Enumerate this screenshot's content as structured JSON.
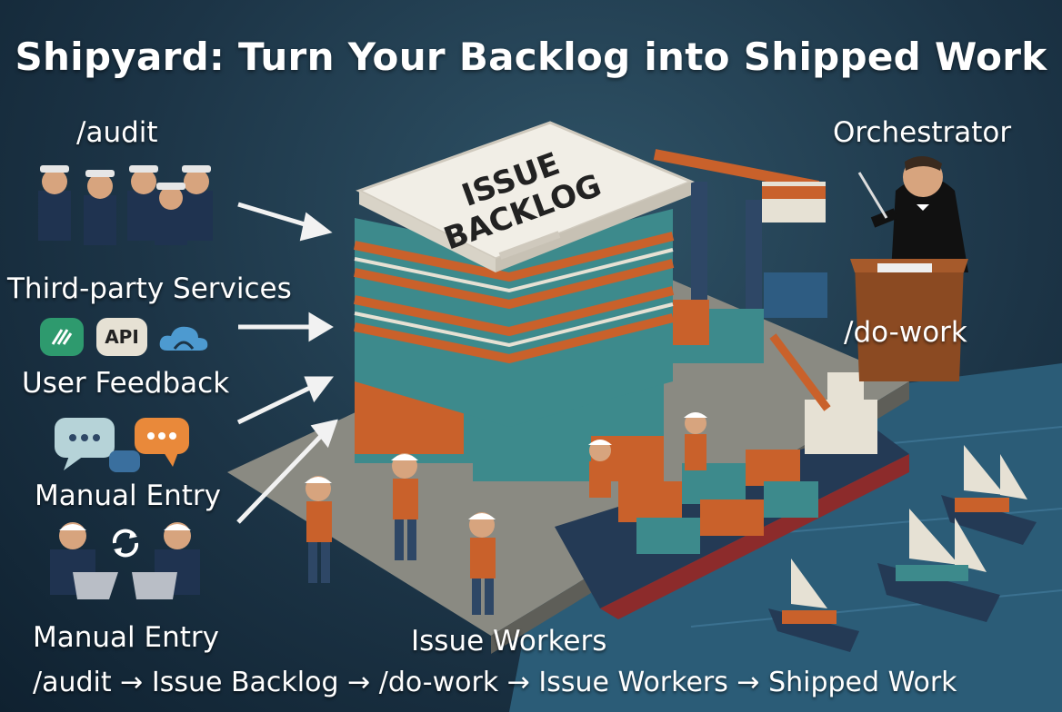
{
  "title": "Shipyard: Turn Your Backlog into Shipped Work",
  "sources": {
    "audit": "/audit",
    "third_party": "Third-party Services",
    "api_badge": "API",
    "user_feedback": "User Feedback",
    "manual_entry_1": "Manual Entry",
    "manual_entry_2": "Manual Entry"
  },
  "backlog": {
    "line1": "ISSUE",
    "line2": "BACKLOG"
  },
  "orchestrator": {
    "label": "Orchestrator",
    "command": "/do-work"
  },
  "workers": {
    "label": "Issue Workers"
  },
  "pipeline": "/audit → Issue Backlog → /do-work → Issue Workers → Shipped Work",
  "icons": [
    "linear-icon",
    "cloud-icon",
    "chat-bubble-icon",
    "sync-icon",
    "laptop-icon"
  ],
  "colors": {
    "background": "#1c3446",
    "water": "#2b5c77",
    "container_teal": "#3d8a8c",
    "container_orange": "#c9612b",
    "hull": "#243a55"
  }
}
